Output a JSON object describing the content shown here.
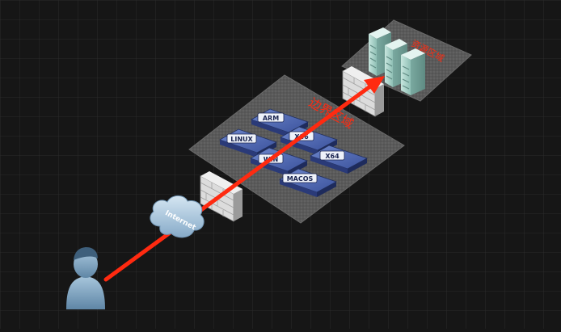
{
  "zones": {
    "resource_label": "资源区域",
    "boundary_label": "边界区域"
  },
  "cloud": {
    "label": "Internet"
  },
  "servers": [
    {
      "label": "ARM"
    },
    {
      "label": "LINUX"
    },
    {
      "label": "X86"
    },
    {
      "label": "WIN"
    },
    {
      "label": "X64"
    },
    {
      "label": "MACOS"
    }
  ],
  "icons": {
    "user": "user-icon",
    "cloud": "cloud-icon",
    "firewall": "firewall-icon",
    "server": "server-icon",
    "datacenter": "server-tower-icon"
  },
  "colors": {
    "background": "#161616",
    "arrow": "#ff2a10",
    "zone_label": "#ff2a10",
    "server_blue": "#4a63b0",
    "tower_teal": "#a9d4cc"
  }
}
